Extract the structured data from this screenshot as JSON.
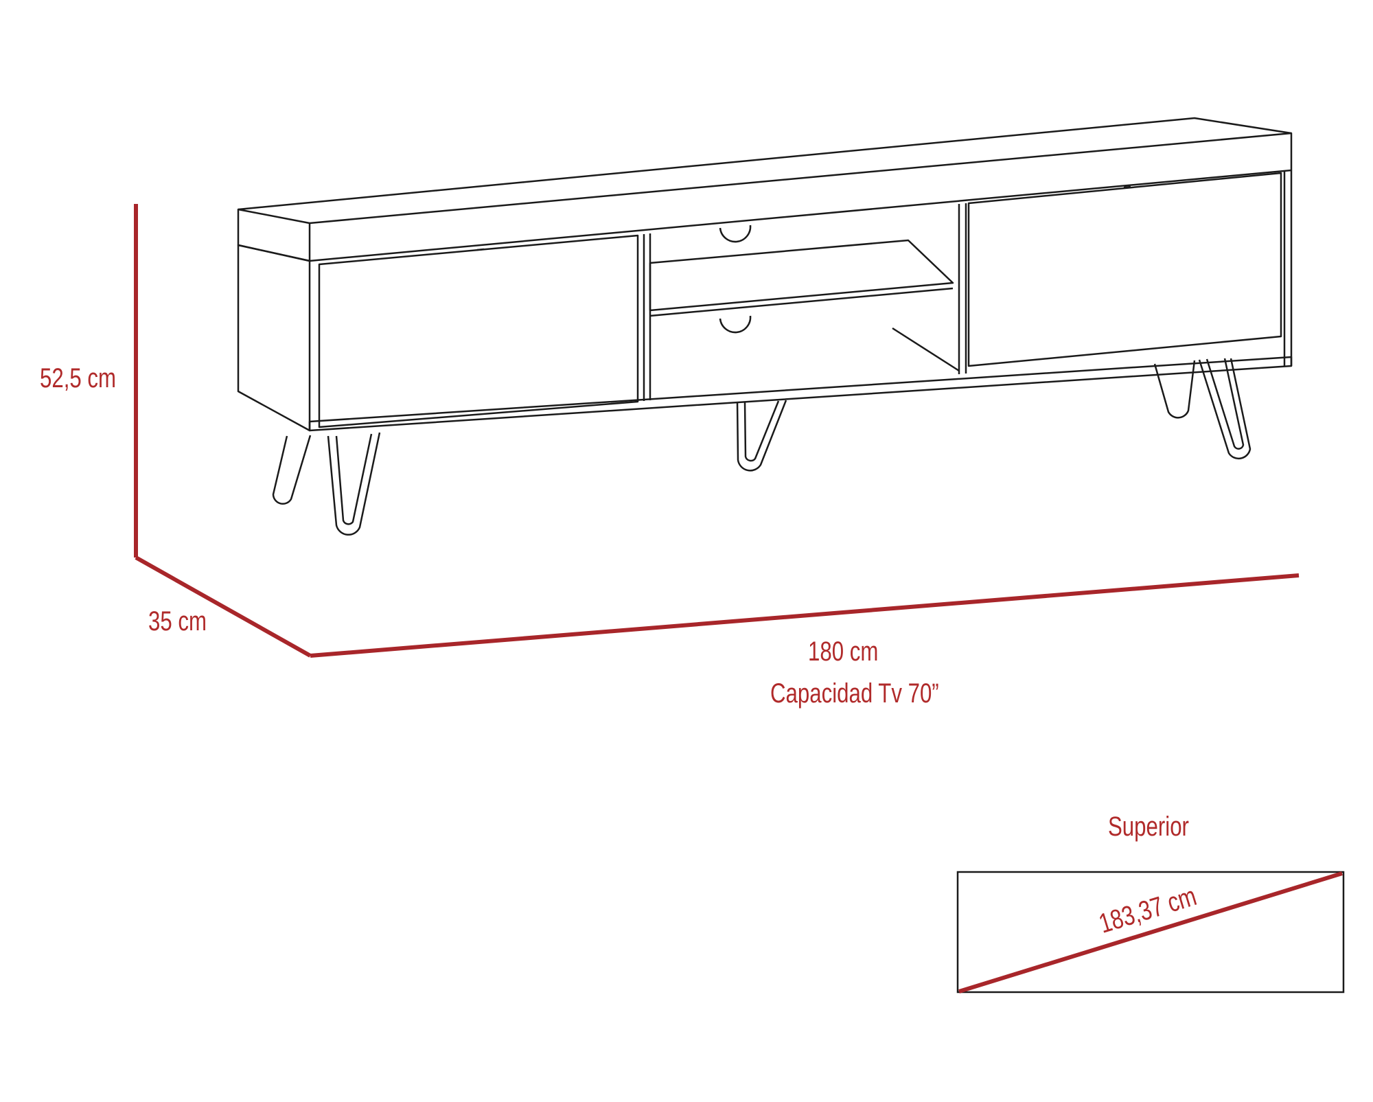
{
  "dimensions": {
    "height": "52,5 cm",
    "depth": "35 cm",
    "width": "180 cm",
    "capacity": "Capacidad Tv 70”"
  },
  "top_view": {
    "title": "Superior",
    "diagonal": "183,37 cm"
  },
  "colors": {
    "dimension_line": "#a8262a",
    "outline": "#1a1a1a"
  }
}
